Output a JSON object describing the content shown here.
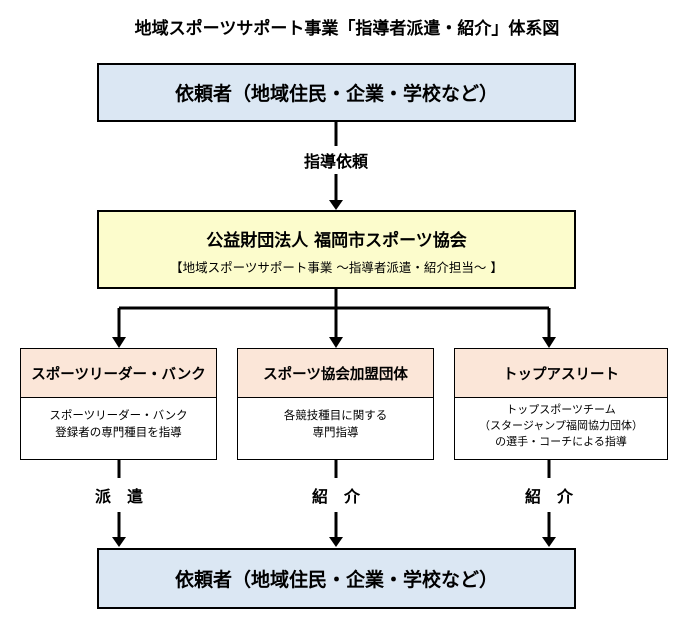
{
  "title": "地域スポーツサポート事業「指導者派遣・紹介」体系図",
  "requester_top": "依頼者（地域住民・企業・学校など）",
  "request_label": "指導依頼",
  "organization": {
    "name": "公益財団法人 福岡市スポーツ協会",
    "subtitle": "【地域スポーツサポート事業 ～指導者派遣・紹介担当～ 】"
  },
  "categories": [
    {
      "name": "スポーツリーダー・バンク",
      "desc_lines": [
        "スポーツリーダー・バンク",
        "登録者の専門種目を指導"
      ],
      "action": "派　遣"
    },
    {
      "name": "スポーツ協会加盟団体",
      "desc_lines": [
        "各競技種目に関する",
        "専門指導"
      ],
      "action": "紹　介"
    },
    {
      "name": "トップアスリート",
      "desc_lines": [
        "トップスポーツチーム",
        "（スタージャンプ福岡協力団体）",
        "の選手・コーチによる指導"
      ],
      "action": "紹　介"
    }
  ],
  "requester_bottom": "依頼者（地域住民・企業・学校など）"
}
